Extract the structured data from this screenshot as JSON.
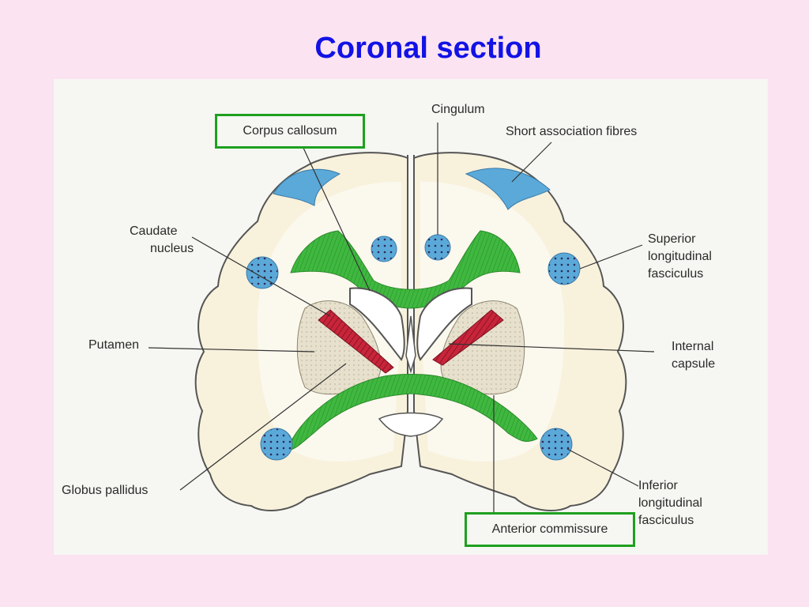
{
  "title": "Coronal section",
  "colors": {
    "background": "#fbe3f1",
    "title": "#1212e6",
    "tract_fibres": "#3fb83f",
    "association_fibres": "#5ba9d8",
    "internal_capsule": "#c8253a",
    "highlight_box": "#1ea01e"
  },
  "labels": {
    "corpus_callosum": "Corpus callosum",
    "cingulum": "Cingulum",
    "short_association_fibres": "Short association fibres",
    "caudate_nucleus_1": "Caudate",
    "caudate_nucleus_2": "nucleus",
    "superior_lf_1": "Superior",
    "superior_lf_2": "longitudinal",
    "superior_lf_3": "fasciculus",
    "putamen": "Putamen",
    "internal_capsule_1": "Internal",
    "internal_capsule_2": "capsule",
    "globus_pallidus": "Globus pallidus",
    "inferior_lf_1": "Inferior",
    "inferior_lf_2": "longitudinal",
    "inferior_lf_3": "fasciculus",
    "anterior_commissure": "Anterior commissure"
  }
}
